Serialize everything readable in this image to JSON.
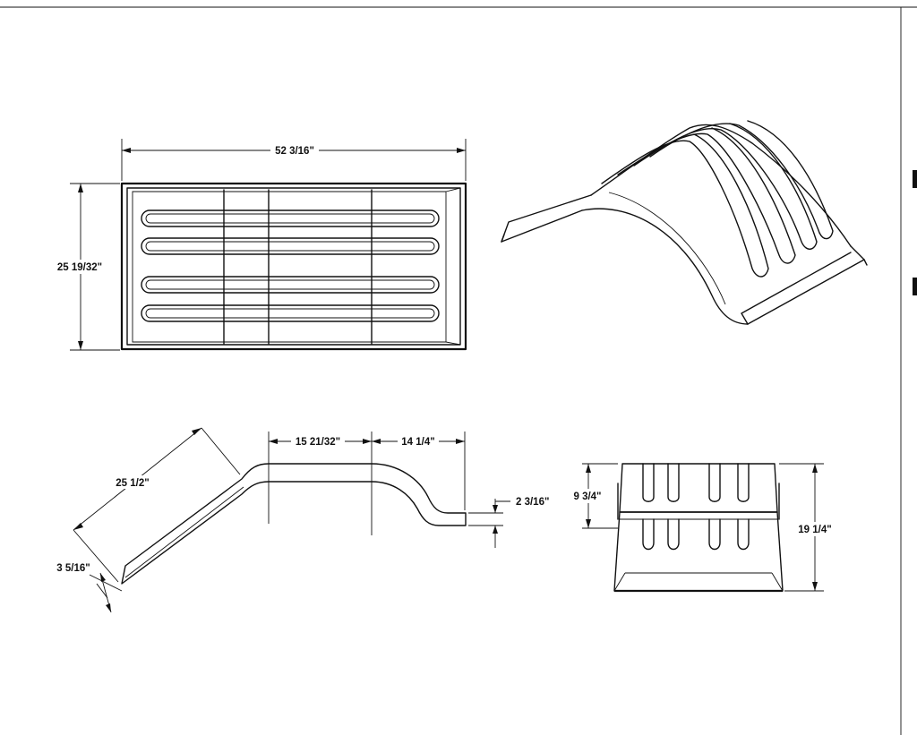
{
  "dimensions": {
    "top_width": "52 3/16\"",
    "top_height": "25 19/32\"",
    "side_slope": "25 1/2\"",
    "side_flat": "15 21/32\"",
    "side_tail": "14 1/4\"",
    "side_lip": "2 3/16\"",
    "side_thickness": "3 5/16\"",
    "front_upper": "9 3/4\"",
    "front_total": "19 1/4\""
  },
  "colors": {
    "line": "#111111",
    "background": "#ffffff"
  }
}
